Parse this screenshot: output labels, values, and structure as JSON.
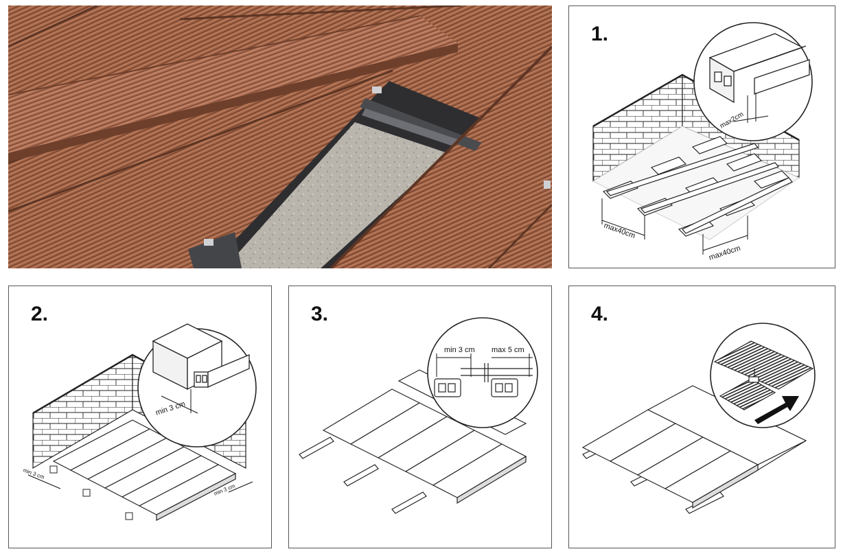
{
  "steps": [
    {
      "number": "1.",
      "labels": {
        "max_gap": "max2cm",
        "span_left": "max40cm",
        "span_right": "max40cm"
      }
    },
    {
      "number": "2.",
      "labels": {
        "inset_gap": "min 3 cm",
        "left_gap": "min 3 cm",
        "right_gap": "min 3 cm"
      }
    },
    {
      "number": "3.",
      "labels": {
        "min_gap": "min 3 cm",
        "max_gap": "max 5 cm"
      }
    },
    {
      "number": "4."
    }
  ],
  "colors": {
    "deck_wood": "#a8684a",
    "concrete": "#b9b5ad",
    "outline": "#111111"
  }
}
